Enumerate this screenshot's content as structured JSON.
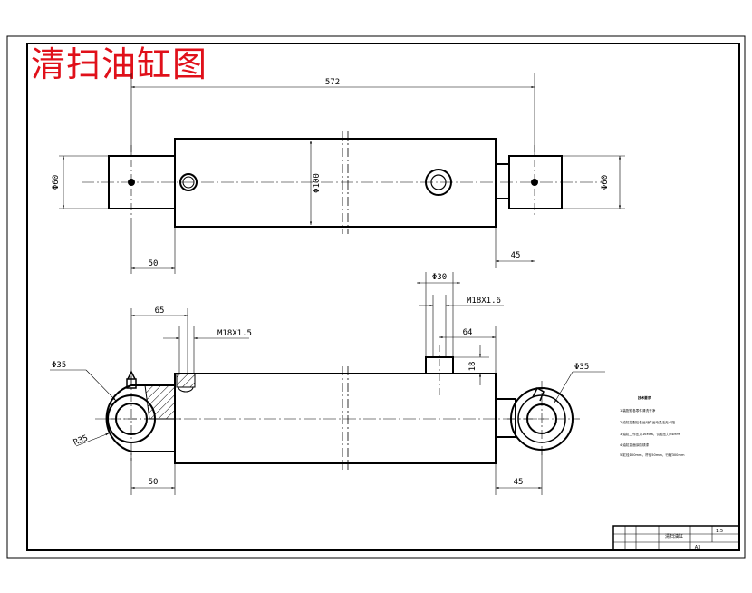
{
  "title": "清扫油缸图",
  "dims": {
    "overall_length": "572",
    "left_ear_offset_top": "50",
    "right_ear_offset_top": "45",
    "body_dia": "Φ100",
    "left_ear_height": "Φ60",
    "right_ear_height": "Φ60",
    "port_offset_left": "65",
    "port_thread_left": "M18X1.5",
    "port_dia_right": "Φ30",
    "port_thread_right": "M18X1.6",
    "port_offset_right": "64",
    "port_height": "18",
    "pin_hole_left": "Φ35",
    "pin_hole_right": "Φ35",
    "radius_left": "R35",
    "left_ear_offset_bottom": "50",
    "right_ear_offset_bottom": "45"
  },
  "notes": {
    "heading": "技术要求",
    "lines": [
      "1.装配前各零件清洗干净",
      "2.油缸装配后各运动件运动灵活无卡阻",
      "3.油缸工作压力16MPa，试验压力24MPa",
      "4.油缸表面涂防锈漆",
      "5.缸径100mm，杆径50mm，行程300mm"
    ]
  },
  "title_block": {
    "drawing_name": "清扫油缸",
    "scale": "1:5",
    "sheet": "A3"
  }
}
